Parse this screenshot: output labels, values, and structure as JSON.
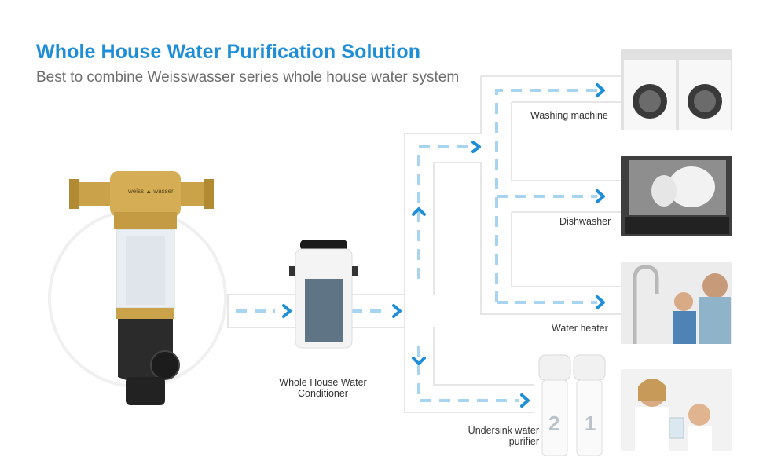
{
  "header": {
    "title": "Whole House Water Purification Solution",
    "subtitle": "Best to combine Weisswasser series whole house water system"
  },
  "products": {
    "prefilter_brand": "weiss ▲ wasser",
    "conditioner_label_line1": "Whole House Water",
    "conditioner_label_line2": "Conditioner",
    "purifier_label_line1": "Undersink water",
    "purifier_label_line2": "purifier",
    "purifier_stage_2": "2",
    "purifier_stage_1": "1"
  },
  "destinations": [
    {
      "label": "Washing machine"
    },
    {
      "label": "Dishwasher"
    },
    {
      "label": "Water heater"
    }
  ],
  "colors": {
    "title": "#1e8ed8",
    "subtitle": "#6e6e6e",
    "flow_dash": "#a7d4f0",
    "arrow": "#1e8ed8",
    "brass": "#c9a24a",
    "housing": "#2b2b2b"
  }
}
